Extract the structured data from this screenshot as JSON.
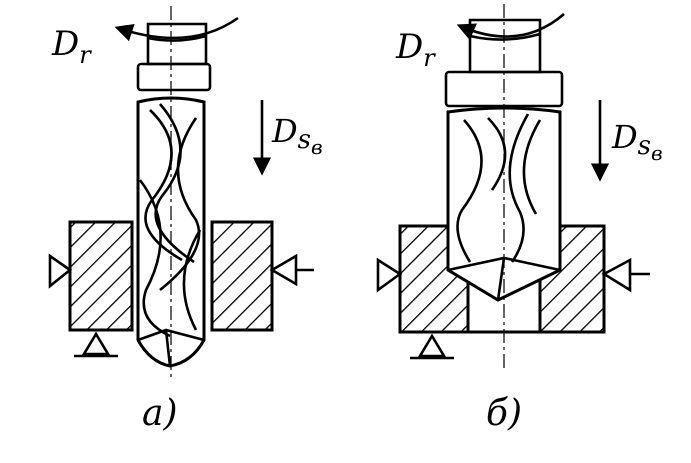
{
  "panels": [
    {
      "id": "a",
      "caption": "а)",
      "rotation_label": "D",
      "rotation_subscript": "r",
      "feed_label": "D",
      "feed_subscript": "s",
      "feed_subscript2": "в"
    },
    {
      "id": "b",
      "caption": "б)",
      "rotation_label": "D",
      "rotation_subscript": "r",
      "feed_label": "D",
      "feed_subscript": "s",
      "feed_subscript2": "в"
    }
  ]
}
